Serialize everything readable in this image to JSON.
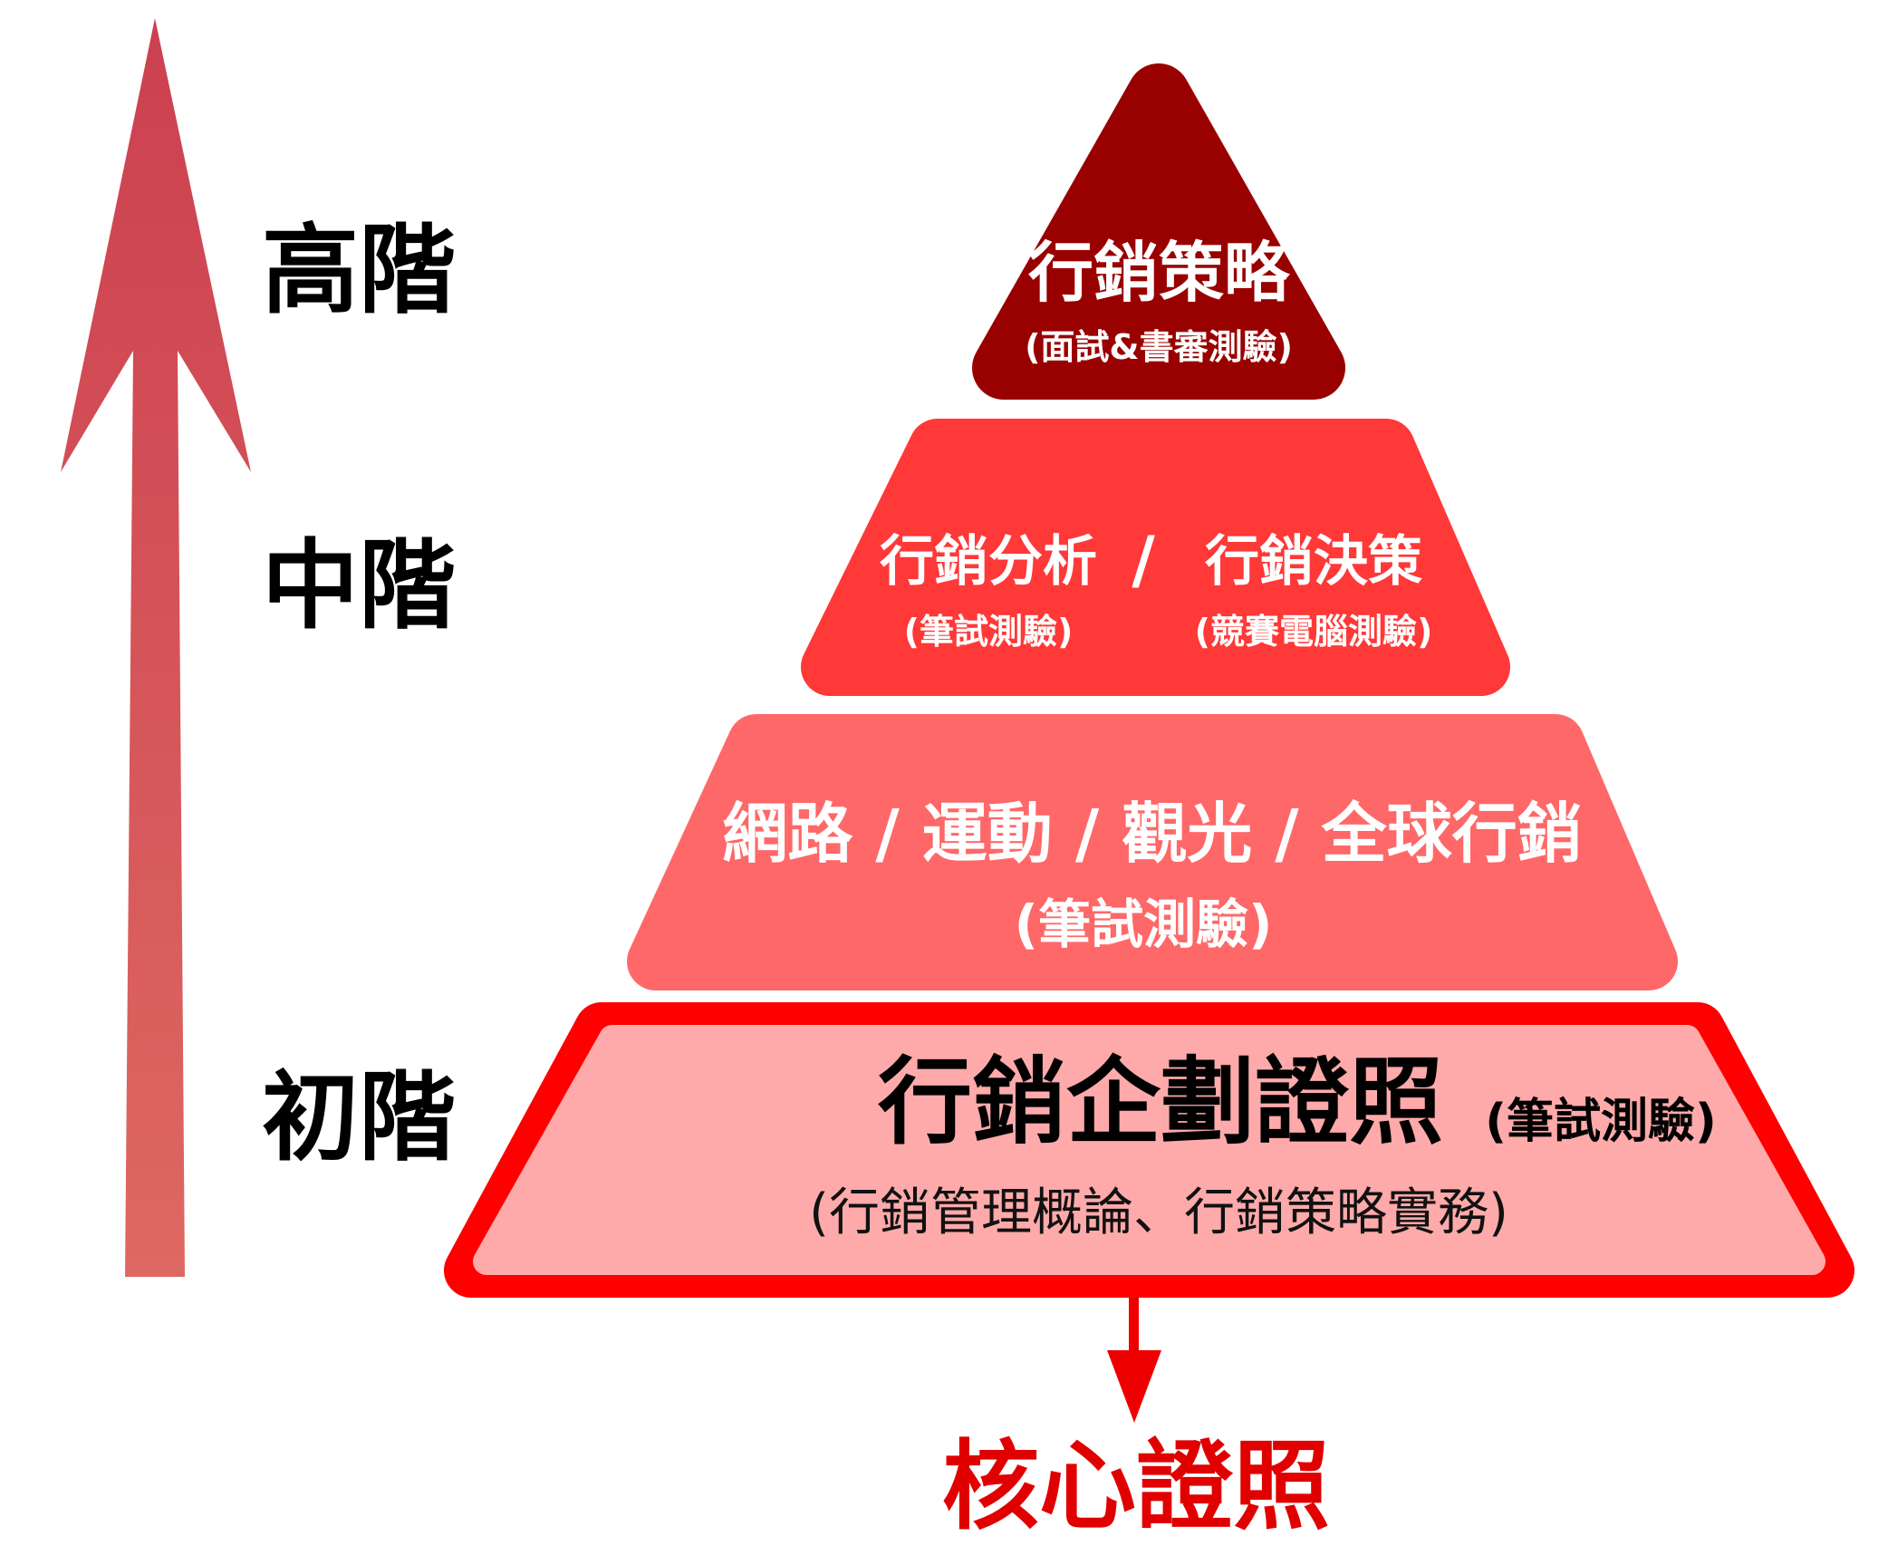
{
  "colors": {
    "level1": "#990000",
    "level2": "#ff3838",
    "level3": "#ff6868",
    "level4_fill": "#ffaaaa",
    "level4_border": "#ff0000",
    "core_text": "#e00000",
    "arrow_top": "#cc4050",
    "arrow_bottom": "#dd6660"
  },
  "levels": {
    "high": "高階",
    "mid": "中階",
    "basic": "初階"
  },
  "pyramid": {
    "tier1": {
      "title": "行銷策略",
      "sub": "(面試&書審測驗)"
    },
    "tier2": {
      "left_title": "行銷分析",
      "left_sub": "(筆試測驗)",
      "separator": "/",
      "right_title": "行銷決策",
      "right_sub": "(競賽電腦測驗)"
    },
    "tier3": {
      "title": "網路 / 運動 / 觀光 / 全球行銷",
      "sub": "(筆試測驗)"
    },
    "tier4": {
      "title": "行銷企劃證照",
      "title_note": "(筆試測驗)",
      "sub": "(行銷管理概論、行銷策略實務)"
    }
  },
  "core_label": "核心證照"
}
